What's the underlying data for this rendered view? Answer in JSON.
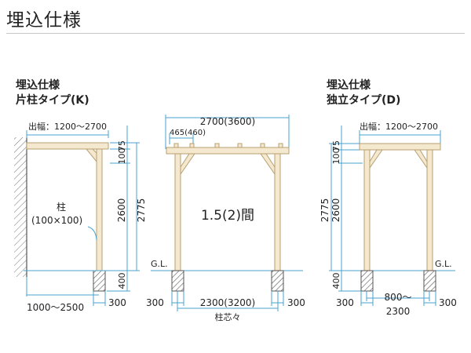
{
  "page": {
    "title": "埋込仕様"
  },
  "panels": {
    "k": {
      "title": "埋込仕様",
      "subtitle": "片柱タイプ(K)",
      "overhang": "出幅：1200〜2700",
      "d75": "75",
      "d100": "100",
      "d2600": "2600",
      "d2775": "2775",
      "d400": "400",
      "post_label": "柱",
      "post_size": "(100×100)",
      "footing": "300",
      "base_span": "1000〜2500"
    },
    "front": {
      "width": "2700(3600)",
      "pitch": "465(460)",
      "bays": "1.5(2)間",
      "gl": "G.L.",
      "footing_left": "300",
      "center_span": "2300(3200)",
      "center_note": "柱芯々",
      "footing_right": "300"
    },
    "d": {
      "title": "埋込仕様",
      "subtitle": "独立タイプ(D)",
      "overhang": "出幅：1200〜2700",
      "d75": "75",
      "d100": "100",
      "d2600": "2600",
      "d2775": "2775",
      "d400": "400",
      "gl": "G.L.",
      "footing_left": "300",
      "span_line1": "800〜",
      "span_line2": "2300",
      "footing_right": "300"
    }
  },
  "colors": {
    "wood_fill": "#f4e8cf",
    "wood_stroke": "#b8a071",
    "dimension_line": "#4aa3cf",
    "hatch": "#777777"
  }
}
